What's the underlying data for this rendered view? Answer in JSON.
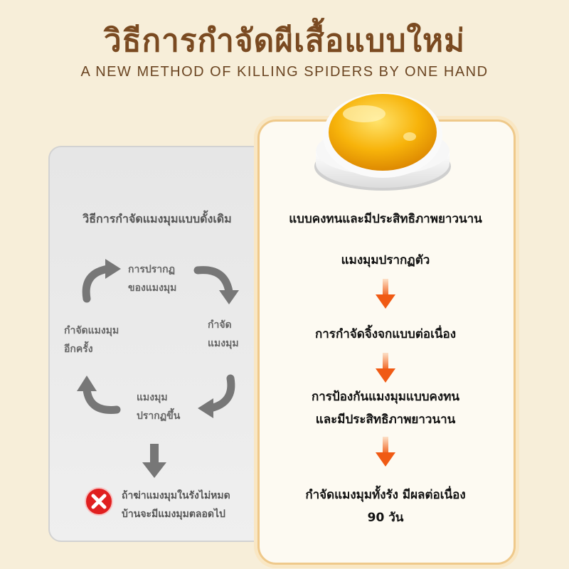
{
  "title": "วิธีการกำจัดผีเสื้อแบบใหม่",
  "subtitle": "A NEW METHOD OF KILLING SPIDERS BY ONE HAND",
  "left_panel": {
    "heading": "วิธีการกำจัดแมงมุมแบบดั้งเดิม",
    "cycle": {
      "top": [
        "การปรากฏ",
        "ของแมงมุม"
      ],
      "right": [
        "กำจัด",
        "แมงมุม"
      ],
      "bottom": [
        "แมงมุม",
        "ปรากฏขึ้น"
      ],
      "left": [
        "กำจัดแมงมุม",
        "อีกครั้ง"
      ]
    },
    "warning": [
      "ถ้าฆ่าแมงมุมในรังไม่หมด",
      "บ้านจะมีแมงมุมตลอดไป"
    ]
  },
  "right_panel": {
    "heading": "แบบคงทนและมีประสิทธิภาพยาวนาน",
    "steps": [
      [
        "แมงมุมปรากฏตัว"
      ],
      [
        "การกำจัดจิ้งจกแบบต่อเนื่อง"
      ],
      [
        "การป้องกันแมงมุมแบบคงทน",
        "และมีประสิทธิภาพยาวนาน"
      ],
      [
        "กำจัดแมงมุมทั้งรัง มีผลต่อเนื่อง",
        "90 วัน"
      ]
    ]
  },
  "colors": {
    "title": "#7a4a21",
    "accent_arrow": "#f05a14",
    "warning": "#e02020",
    "cycle_arrow": "#707070"
  },
  "icons": {
    "device": "bait-device-icon",
    "warning": "x-circle-icon",
    "cycle": "cycle-arrow-icon",
    "flow": "arrow-down-icon"
  }
}
